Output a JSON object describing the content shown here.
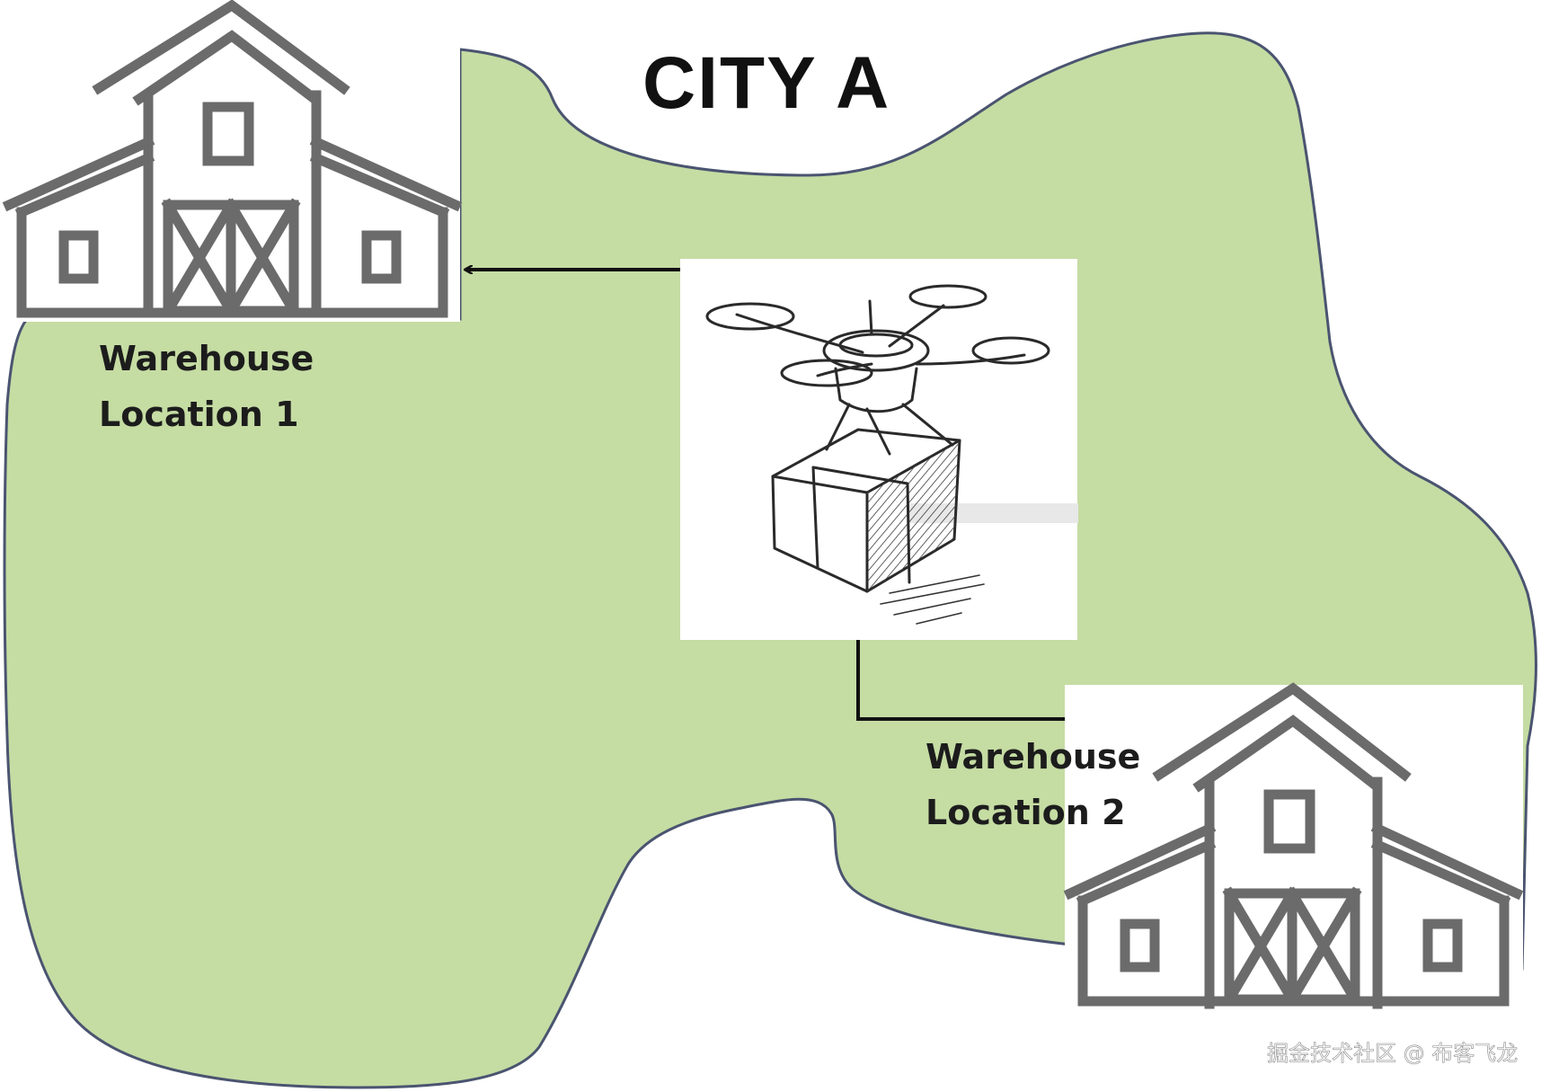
{
  "title": "CITY A",
  "warehouses": [
    {
      "line1": "Warehouse",
      "line2": "Location 1"
    },
    {
      "line1": "Warehouse",
      "line2": "Location 2"
    }
  ],
  "watermark": "掘金技术社区 @ 布客飞龙",
  "colors": {
    "land": "#c5dca3",
    "land_outline": "#4a5470",
    "barn": "#6b6b6b",
    "arrow": "#111111",
    "text": "#1c1c1c"
  },
  "icons": {
    "warehouse": "barn-icon",
    "drone": "delivery-drone-illustration"
  }
}
